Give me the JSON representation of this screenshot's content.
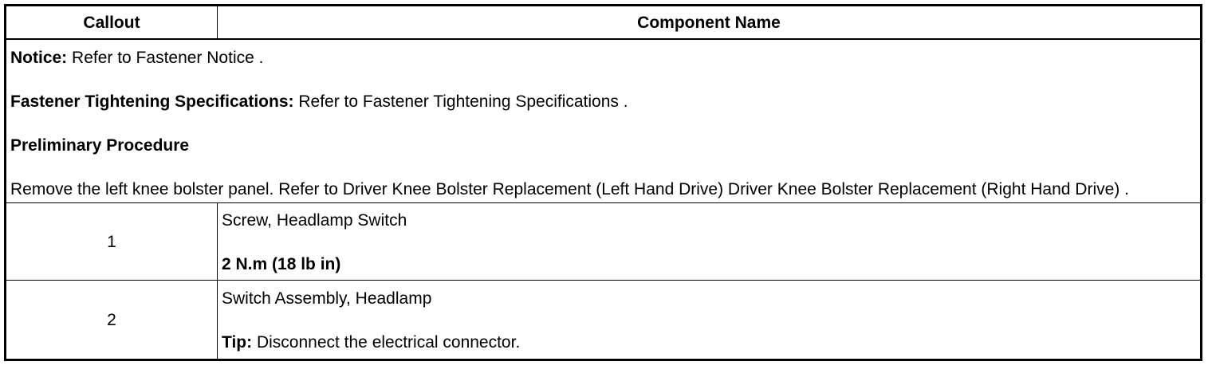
{
  "table": {
    "headers": {
      "callout": "Callout",
      "component": "Component Name"
    },
    "notes": {
      "notice_label": "Notice:",
      "notice_text": " Refer to Fastener Notice .",
      "spec_label": "Fastener Tightening Specifications:",
      "spec_text": " Refer to Fastener Tightening Specifications .",
      "preliminary_heading": "Preliminary Procedure",
      "preliminary_text": "Remove the left knee bolster panel. Refer to Driver Knee Bolster Replacement (Left Hand Drive) Driver Knee Bolster Replacement (Right Hand Drive) ."
    },
    "rows": [
      {
        "callout": "1",
        "name": "Screw, Headlamp Switch",
        "detail_bold": "2 N.m (18 lb in)",
        "detail_label": "",
        "detail_text": ""
      },
      {
        "callout": "2",
        "name": "Switch Assembly, Headlamp",
        "detail_bold": "",
        "detail_label": "Tip:",
        "detail_text": " Disconnect the electrical connector."
      }
    ]
  }
}
